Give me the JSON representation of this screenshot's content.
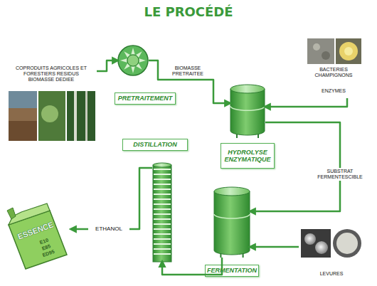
{
  "diagram": {
    "title": "LE PROCÉDÉ",
    "nodes": [
      {
        "text": [
          "COPRODUITS AGRICOLES ET FORESTIERS RESIDUS BIOMASSE DEDIEE"
        ]
      },
      {
        "text": [
          "PRETRAITEMENT"
        ]
      },
      {
        "text": [
          "BACTERIES CHAMPIGNONS",
          "ENZYMES"
        ]
      },
      {
        "text": [
          "HYDROLYSE ENZYMATIQUE"
        ]
      },
      {
        "text": [
          "FERMENTATION"
        ]
      },
      {
        "text": [
          "LEVURES"
        ]
      },
      {
        "text": [
          "DISTILLATION"
        ]
      },
      {
        "text": [
          "ESSENCE",
          "E10 E85 ED95"
        ]
      }
    ],
    "edges": [
      {
        "from": 0,
        "to": 1,
        "arrow": "to"
      },
      {
        "from": 1,
        "to": 3,
        "label": "BIOMASSE PRETRAITEE",
        "arrow": "to"
      },
      {
        "from": 2,
        "to": 3,
        "arrow": "to"
      },
      {
        "from": 3,
        "to": 4,
        "label": "SUBSTRAT FERMENTESCIBLE",
        "arrow": "to"
      },
      {
        "from": 5,
        "to": 4,
        "arrow": "to"
      },
      {
        "from": 4,
        "to": 6,
        "arrow": "to"
      },
      {
        "from": 6,
        "to": 7,
        "label": "ETHANOL",
        "arrow": "to"
      }
    ]
  }
}
